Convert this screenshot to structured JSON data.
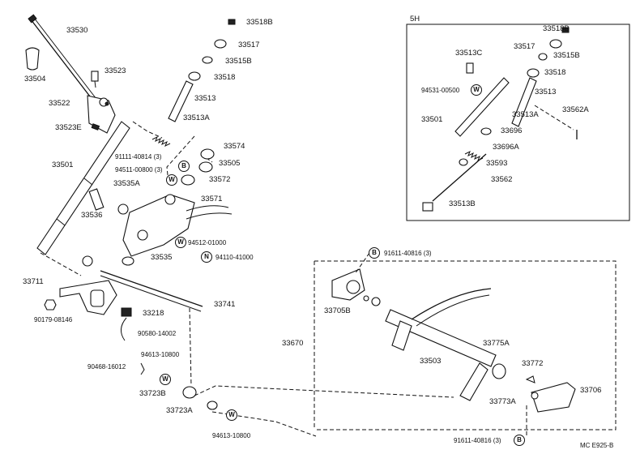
{
  "labels": {
    "p33530": "33530",
    "p33504": "33504",
    "p33523": "33523",
    "p33522": "33522",
    "p33523E": "33523E",
    "p33501": "33501",
    "p33536": "33536",
    "p33535A": "33535A",
    "p33535": "33535",
    "p33711": "33711",
    "p90179": "90179-08146",
    "p33218": "33218",
    "p90580": "90580-14002",
    "p94613a": "94613-10800",
    "p90468": "90468-16012",
    "p33723B": "33723B",
    "p33723A": "33723A",
    "p94613b": "94613-10800",
    "p33518B": "33518B",
    "p33517": "33517",
    "p33515B": "33515B",
    "p33518": "33518",
    "p33513": "33513",
    "p33513A": "33513A",
    "p33574": "33574",
    "p91111": "91111-40814 (3)",
    "p33505": "33505",
    "p94511": "94511-00800 (3)",
    "p33572": "33572",
    "p33571": "33571",
    "p94512": "94512-01000",
    "p94110": "94110-41000",
    "p33741": "33741",
    "p33670": "33670",
    "p91611a": "91611-40816 (3)",
    "p33705B": "33705B",
    "p33503": "33503",
    "p33775A": "33775A",
    "p33772": "33772",
    "p33706": "33706",
    "p33773A": "33773A",
    "p91611b": "91611-40816 (3)",
    "box_title": "5H",
    "b33518B": "33518B",
    "b33517": "33517",
    "b33513C": "33513C",
    "b33515B": "33515B",
    "b33518": "33518",
    "b94531": "94531-00500",
    "b33513": "33513",
    "b33501": "33501",
    "b33562A": "33562A",
    "b33513A": "33513A",
    "b33696": "33696",
    "b33696A": "33696A",
    "b33593": "33593",
    "b33562": "33562",
    "b33513B": "33513B",
    "ref_code": "MC E925-B"
  },
  "symbols": {
    "w": "W",
    "n": "N",
    "b": "B"
  }
}
